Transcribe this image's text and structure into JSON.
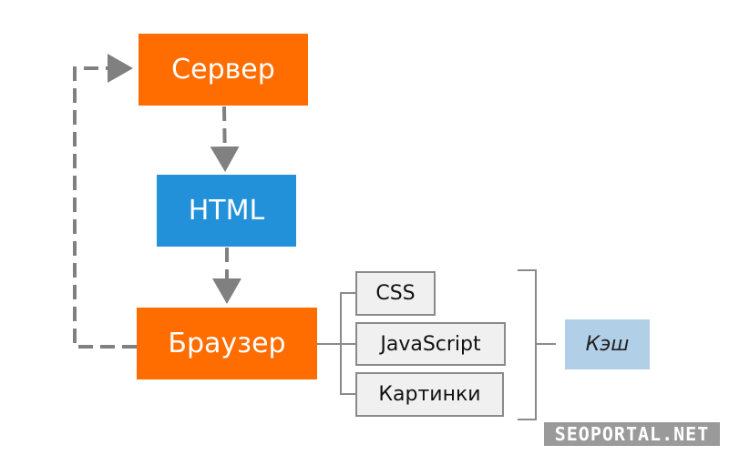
{
  "nodes": {
    "server": "Сервер",
    "html": "HTML",
    "browser": "Браузер",
    "css": "CSS",
    "javascript": "JavaScript",
    "images": "Картинки",
    "cache": "Кэш"
  },
  "watermark": "SEOPORTAL.NET",
  "colors": {
    "orange": "#ff6d00",
    "blue": "#2291d9",
    "cache": "#b2cfe8",
    "line": "#808080"
  }
}
